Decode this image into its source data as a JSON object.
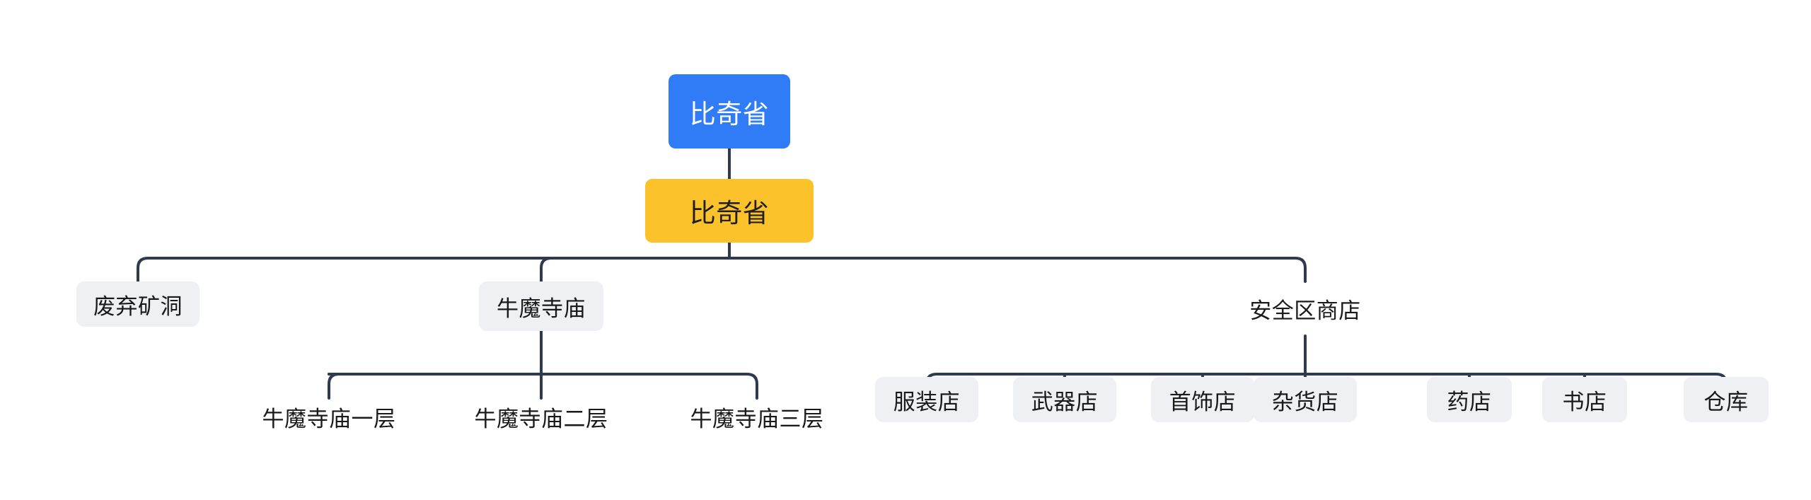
{
  "diagram": {
    "type": "mind-map-tree",
    "orientation": "top-down",
    "background_color": "#ffffff",
    "link_color": "#2e3a4e",
    "colors": {
      "root_fill": "#2f7cf6",
      "root_text": "#ffffff",
      "level2_fill": "#fbc22b",
      "level2_text": "#1f1f1f",
      "box_fill": "#eef0f3",
      "box_text": "#1a1a1a",
      "plain_text": "#1a1a1a"
    },
    "root": {
      "label": "比奇省",
      "style": "root"
    },
    "level2": {
      "label": "比奇省",
      "style": "highlight"
    },
    "branches": [
      {
        "label": "废弃矿洞",
        "style": "box",
        "children": []
      },
      {
        "label": "牛魔寺庙",
        "style": "box",
        "children": [
          {
            "label": "牛魔寺庙一层",
            "style": "plain"
          },
          {
            "label": "牛魔寺庙二层",
            "style": "plain"
          },
          {
            "label": "牛魔寺庙三层",
            "style": "plain"
          }
        ]
      },
      {
        "label": "安全区商店",
        "style": "plain",
        "children": [
          {
            "label": "服装店",
            "style": "box"
          },
          {
            "label": "武器店",
            "style": "box"
          },
          {
            "label": "首饰店",
            "style": "box"
          },
          {
            "label": "杂货店",
            "style": "box"
          },
          {
            "label": "药店",
            "style": "box"
          },
          {
            "label": "书店",
            "style": "box"
          },
          {
            "label": "仓库",
            "style": "box"
          }
        ]
      }
    ]
  }
}
